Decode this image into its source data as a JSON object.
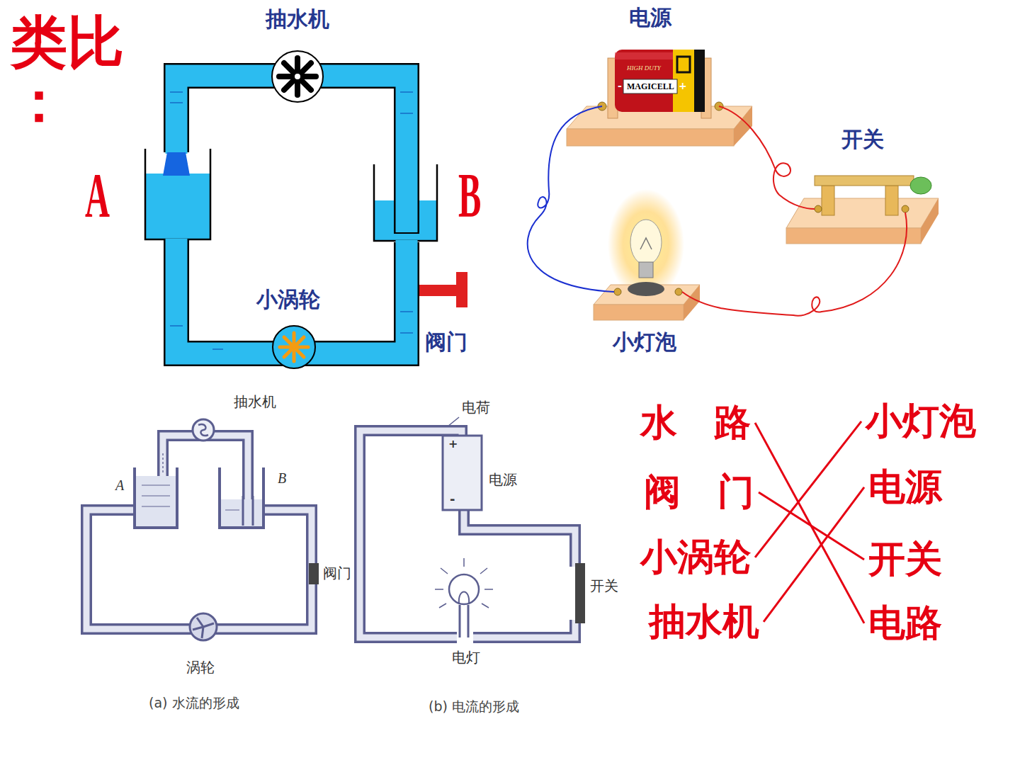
{
  "diagram": {
    "title": "类比：",
    "nodes": [
      {
        "text": [
          "水　路"
        ]
      },
      {
        "text": [
          "阀　门"
        ]
      },
      {
        "text": [
          "小涡轮"
        ]
      },
      {
        "text": [
          "抽水机"
        ]
      },
      {
        "text": [
          "小灯泡"
        ]
      },
      {
        "text": [
          "电源"
        ]
      },
      {
        "text": [
          "开关"
        ]
      },
      {
        "text": [
          "电路"
        ]
      }
    ],
    "edges": [
      {
        "from": 0,
        "to": 7,
        "arrow": "none"
      },
      {
        "from": 1,
        "to": 6,
        "arrow": "none"
      },
      {
        "from": 2,
        "to": 4,
        "arrow": "none"
      },
      {
        "from": 3,
        "to": 5,
        "arrow": "none"
      }
    ],
    "labels": [
      "抽水机",
      "A",
      "B",
      "小涡轮",
      "阀门",
      "电源",
      "开关",
      "小灯泡",
      "HIGH DUTY",
      "MAGICELL",
      "-",
      "+",
      "抽水机",
      "A",
      "B",
      "阀门",
      "涡轮",
      "(a) 水流的形成",
      "电荷",
      "+",
      "电源",
      "-",
      "开关",
      "电灯",
      "(b) 电流的形成"
    ]
  }
}
